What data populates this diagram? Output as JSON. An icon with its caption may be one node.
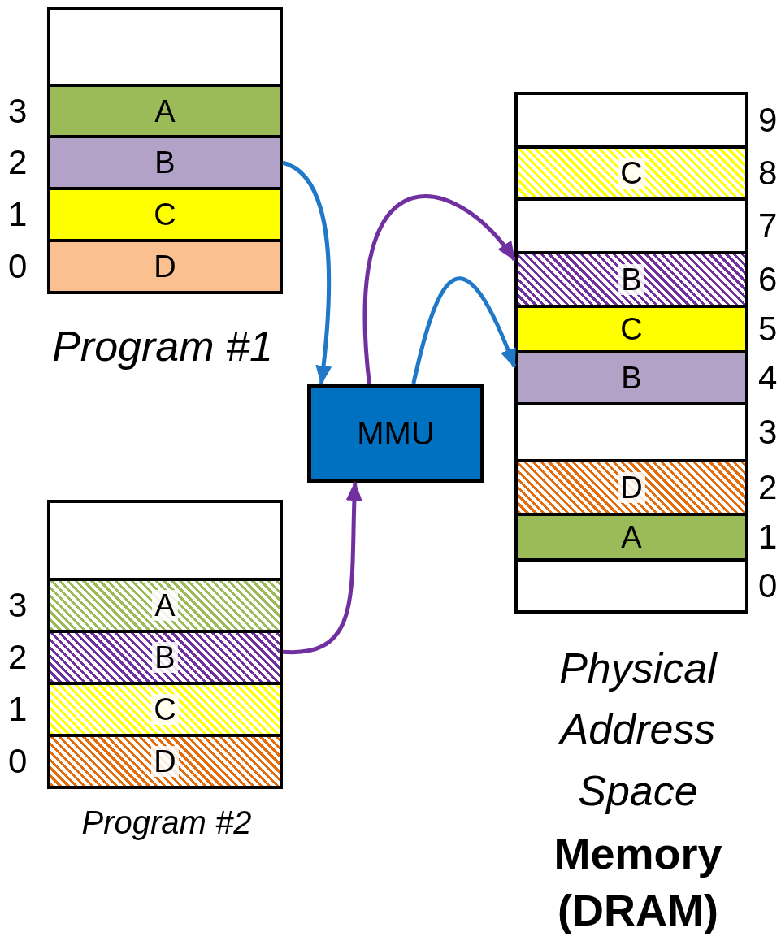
{
  "diagram": {
    "nodes": [
      {
        "text": [],
        "shape": "box"
      },
      {
        "text": [
          "A"
        ],
        "beside": [
          "3"
        ]
      },
      {
        "text": [
          "B"
        ],
        "beside": [
          "2"
        ]
      },
      {
        "text": [
          "C"
        ],
        "beside": [
          "1"
        ]
      },
      {
        "text": [
          "D"
        ],
        "beside": [
          "0"
        ]
      },
      {
        "text": [
          "MMU"
        ]
      },
      {
        "text": [],
        "shape": "box"
      },
      {
        "text": [
          "A"
        ],
        "beside": [
          "3"
        ]
      },
      {
        "text": [
          "B"
        ],
        "beside": [
          "2"
        ]
      },
      {
        "text": [
          "C"
        ],
        "beside": [
          "1"
        ]
      },
      {
        "text": [
          "D"
        ],
        "beside": [
          "0"
        ]
      },
      {
        "text": [],
        "shape": "box",
        "beside": [
          "9"
        ]
      },
      {
        "text": [
          "C"
        ],
        "beside": [
          "8"
        ]
      },
      {
        "text": [],
        "shape": "box",
        "beside": [
          "7"
        ]
      },
      {
        "text": [
          "B"
        ],
        "beside": [
          "6"
        ]
      },
      {
        "text": [
          "C"
        ],
        "beside": [
          "5"
        ]
      },
      {
        "text": [
          "B"
        ],
        "beside": [
          "4"
        ]
      },
      {
        "text": [],
        "shape": "box",
        "beside": [
          "3"
        ]
      },
      {
        "text": [
          "D"
        ],
        "beside": [
          "2"
        ]
      },
      {
        "text": [
          "A"
        ],
        "beside": [
          "1"
        ]
      },
      {
        "text": [],
        "shape": "box",
        "beside": [
          "0"
        ]
      }
    ],
    "edges": [
      {
        "from": 2,
        "to": 5,
        "arrow": "to",
        "color": "#1f78c8"
      },
      {
        "from": 5,
        "to": 16,
        "arrow": "to",
        "color": "#1f78c8"
      },
      {
        "from": 8,
        "to": 5,
        "arrow": "to",
        "color": "#7030a0"
      },
      {
        "from": 5,
        "to": 14,
        "arrow": "to",
        "color": "#7030a0"
      }
    ],
    "labels": [
      "Program #1",
      "Program #2",
      "Physical Address Space",
      "Memory (DRAM)"
    ]
  }
}
